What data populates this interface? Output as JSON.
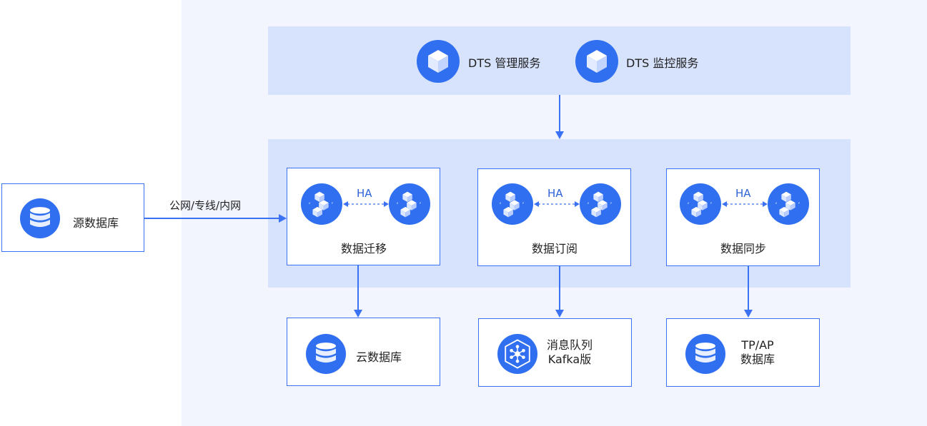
{
  "source": {
    "label": "源数据库"
  },
  "connection": {
    "label": "公网/专线/内网"
  },
  "top_services": [
    {
      "label": "DTS 管理服务"
    },
    {
      "label": "DTS 监控服务"
    }
  ],
  "modules": [
    {
      "label": "数据迁移",
      "ha": "HA"
    },
    {
      "label": "数据订阅",
      "ha": "HA"
    },
    {
      "label": "数据同步",
      "ha": "HA"
    }
  ],
  "targets": [
    {
      "label": "云数据库"
    },
    {
      "line1": "消息队列",
      "line2": "Kafka版"
    },
    {
      "line1": "TP/AP",
      "line2": "数据库"
    }
  ],
  "colors": {
    "accent": "#3b72f3",
    "band": "#d7e2fd",
    "panel": "#f2f5fe"
  }
}
